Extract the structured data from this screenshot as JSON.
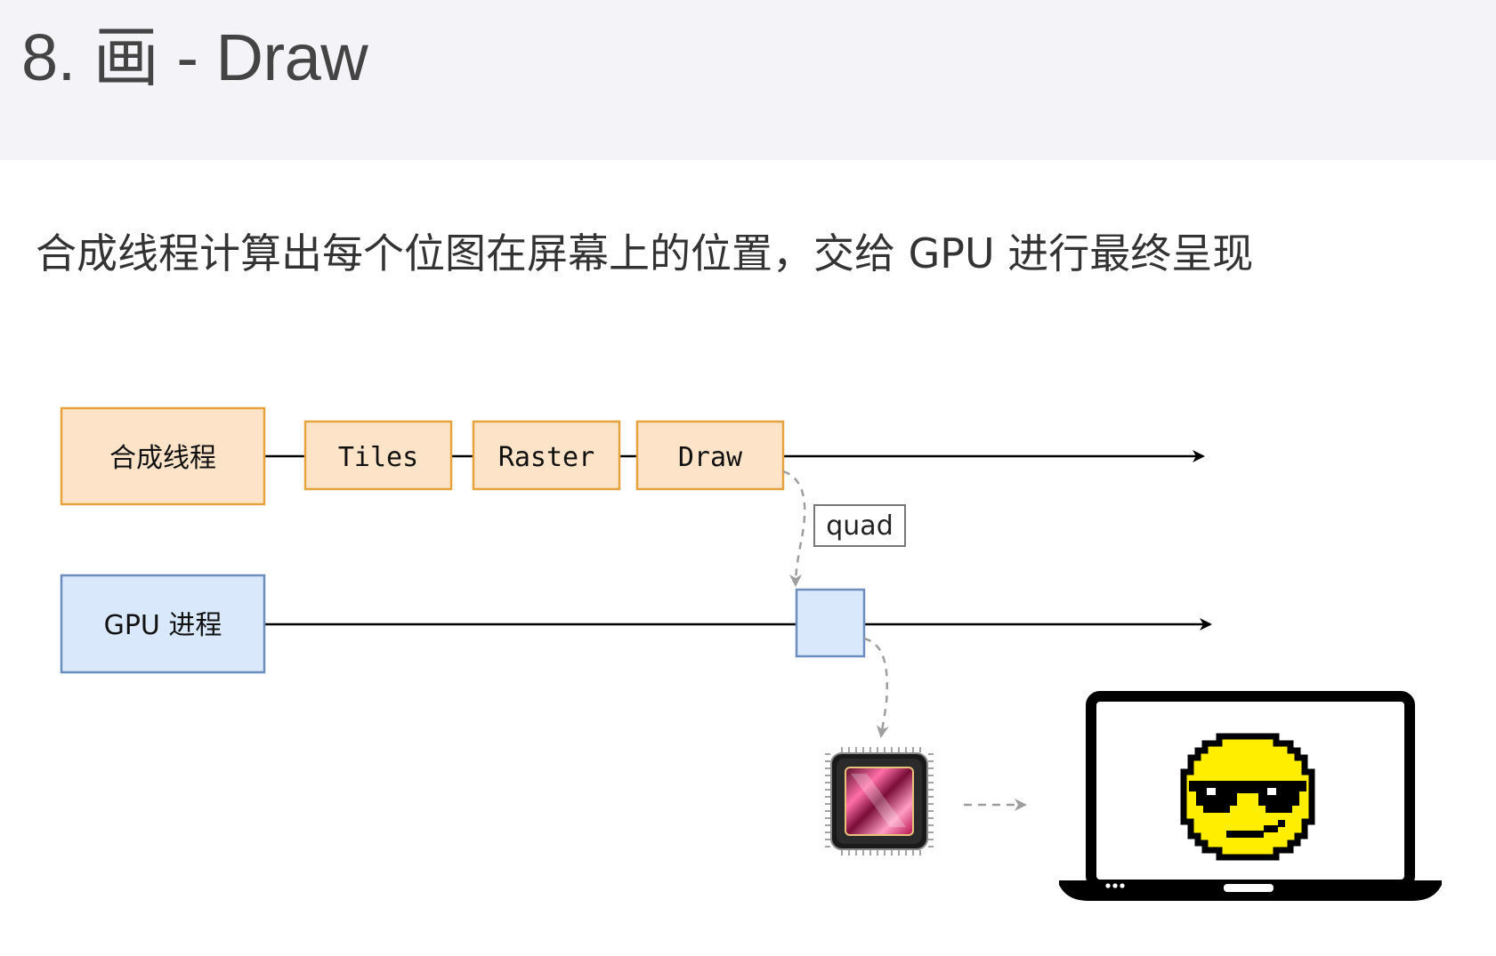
{
  "slide": {
    "title": "8. 画 - Draw",
    "subtitle": "合成线程计算出每个位图在屏幕上的位置，交给 GPU 进行最终呈现"
  },
  "diagram": {
    "compositor_thread_label": "合成线程",
    "gpu_process_label": "GPU 进程",
    "steps": [
      "Tiles",
      "Raster",
      "Draw"
    ],
    "edge_label": "quad",
    "icons": {
      "chip": "gpu-chip-icon",
      "laptop": "laptop-icon",
      "face": "cool-smiley-icon"
    },
    "colors": {
      "orange_fill": "#fde4c8",
      "orange_stroke": "#e6a23c",
      "blue_fill": "#dae8fc",
      "blue_stroke": "#6c8ebf",
      "dashed": "#9e9e9e",
      "smiley": "#ffee00"
    }
  }
}
